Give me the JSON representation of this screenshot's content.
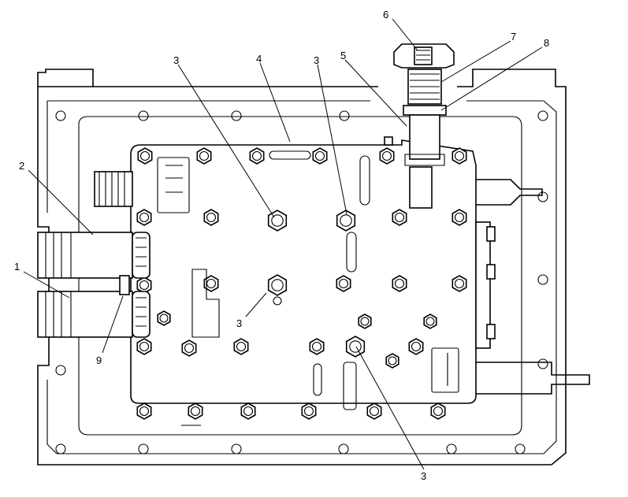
{
  "diagram": {
    "callouts": [
      {
        "id": "c1",
        "text": "1"
      },
      {
        "id": "c2",
        "text": "2"
      },
      {
        "id": "c3a",
        "text": "3"
      },
      {
        "id": "c3b",
        "text": "3"
      },
      {
        "id": "c3c",
        "text": "3"
      },
      {
        "id": "c3d",
        "text": "3"
      },
      {
        "id": "c4",
        "text": "4"
      },
      {
        "id": "c5",
        "text": "5"
      },
      {
        "id": "c6",
        "text": "6"
      },
      {
        "id": "c7",
        "text": "7"
      },
      {
        "id": "c8",
        "text": "8"
      },
      {
        "id": "c9",
        "text": "9"
      }
    ]
  }
}
